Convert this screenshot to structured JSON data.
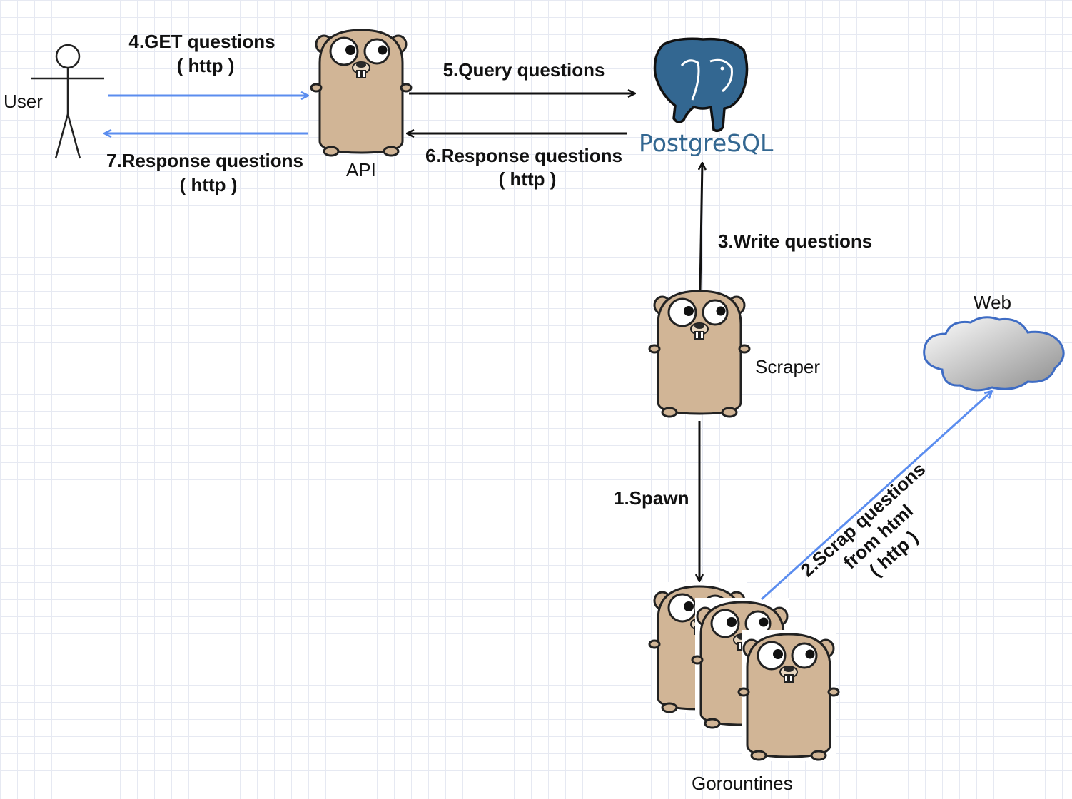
{
  "nodes": {
    "user": "User",
    "api": "API",
    "postgres": "PostgreSQL",
    "scraper": "Scraper",
    "web": "Web",
    "goroutines": "Gorountines"
  },
  "edges": {
    "get_questions": {
      "line1": "4.GET questions",
      "line2": "( http )"
    },
    "query_questions": "5.Query questions",
    "response_db": {
      "line1": "6.Response questions",
      "line2": "( http )"
    },
    "response_user": {
      "line1": "7.Response questions",
      "line2": "( http )"
    },
    "write_questions": "3.Write questions",
    "spawn": "1.Spawn",
    "scrap": {
      "line1": "2.Scrap questions",
      "line2": "from html",
      "line3": "( http )"
    }
  },
  "colors": {
    "blue_arrow": "#5b8def",
    "black_arrow": "#111111",
    "postgres_blue": "#336791",
    "gopher_fur": "#d1b596"
  }
}
